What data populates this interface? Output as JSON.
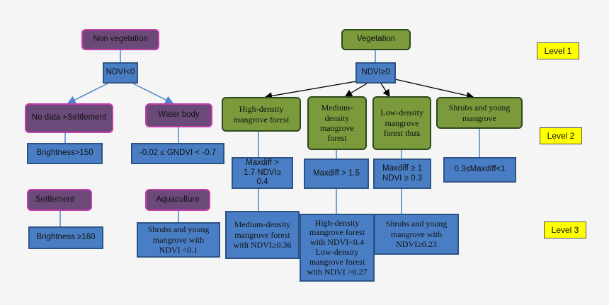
{
  "nodes": {
    "non_vegetation": "Non vegetation",
    "ndvi_lt0": "NDVI<0",
    "nodata_settlement": "No data +Settlement",
    "water_body": "Water body",
    "brightness_gt150": "Brightness>150",
    "gndvi_range": "-0.02 ≤ GNDVI < -0.7",
    "settlement": "Settlement",
    "aquaculture": "Aquaculture",
    "brightness_ge160": "Brightness ≥160",
    "aqua_shrubs": "Shrubs and young mangrove with NDVI <0.1",
    "vegetation": "Vegetation",
    "ndvi_ge0": "NDVI≥0",
    "high_density": "High-density mangrove forest",
    "medium_density": "Medium-density mangrove forest",
    "low_density": "Low-density mangrove forest thưa",
    "shrubs_young": "Shrubs and young mangrove",
    "maxdiff_17": "Maxdiff > 1.7 NDVI≥ 0.4",
    "maxdiff_15": "Maxdiff > 1.5",
    "maxdiff_1": "Maxdiff ≥ 1 NDVI ≥ 0.3",
    "maxdiff_range": "0.3≤Maxdiff<1",
    "l3_medium": "Medium-density mangrove forest with NDVI≥0.36",
    "l3_high_low": "High-density mangrove forest with NDVI<0.4 Low-density mangrove forest with NDVI >0.27",
    "l3_shrubs": "Shrubs and young mangrove with NDVI≥0.23"
  },
  "levels": {
    "level1": "Level 1",
    "level2": "Level 2",
    "level3": "Level 3"
  },
  "colors": {
    "purple_fill": "#6b4a7a",
    "purple_border": "#c23ea9",
    "green_fill": "#7a9a3c",
    "blue_fill": "#4a7ec4",
    "level_fill": "#ffff00",
    "edge_blue": "#4a86c8",
    "edge_black": "#000000"
  }
}
